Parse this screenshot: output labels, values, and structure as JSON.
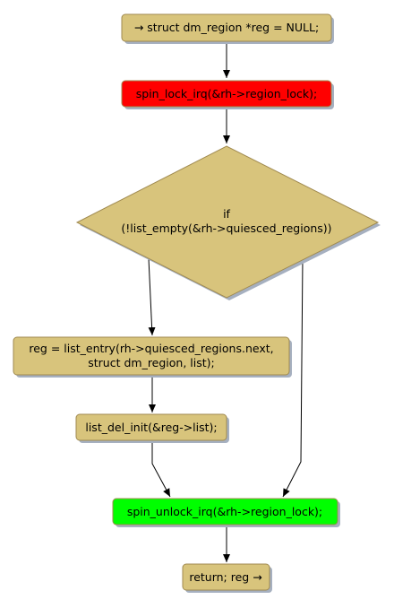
{
  "flowchart": {
    "start": {
      "text": "→ struct dm_region *reg = NULL;"
    },
    "lock": {
      "text": "spin_lock_irq(&rh->region_lock);"
    },
    "decision": {
      "line1": "if",
      "line2": "(!list_empty(&rh->quiesced_regions))"
    },
    "assign": {
      "line1": "reg = list_entry(rh->quiesced_regions.next,",
      "line2": "struct dm_region, list);"
    },
    "del": {
      "text": "list_del_init(&reg->list);"
    },
    "unlock": {
      "text": "spin_unlock_irq(&rh->region_lock);"
    },
    "end": {
      "text": "return; reg →"
    }
  },
  "colors": {
    "node_fill": "#d8c47c",
    "node_stroke": "#a08a50",
    "lock_fill": "#ff0000",
    "unlock_fill": "#00ff00",
    "shadow": "#a6b0c0",
    "edge": "#000000"
  }
}
